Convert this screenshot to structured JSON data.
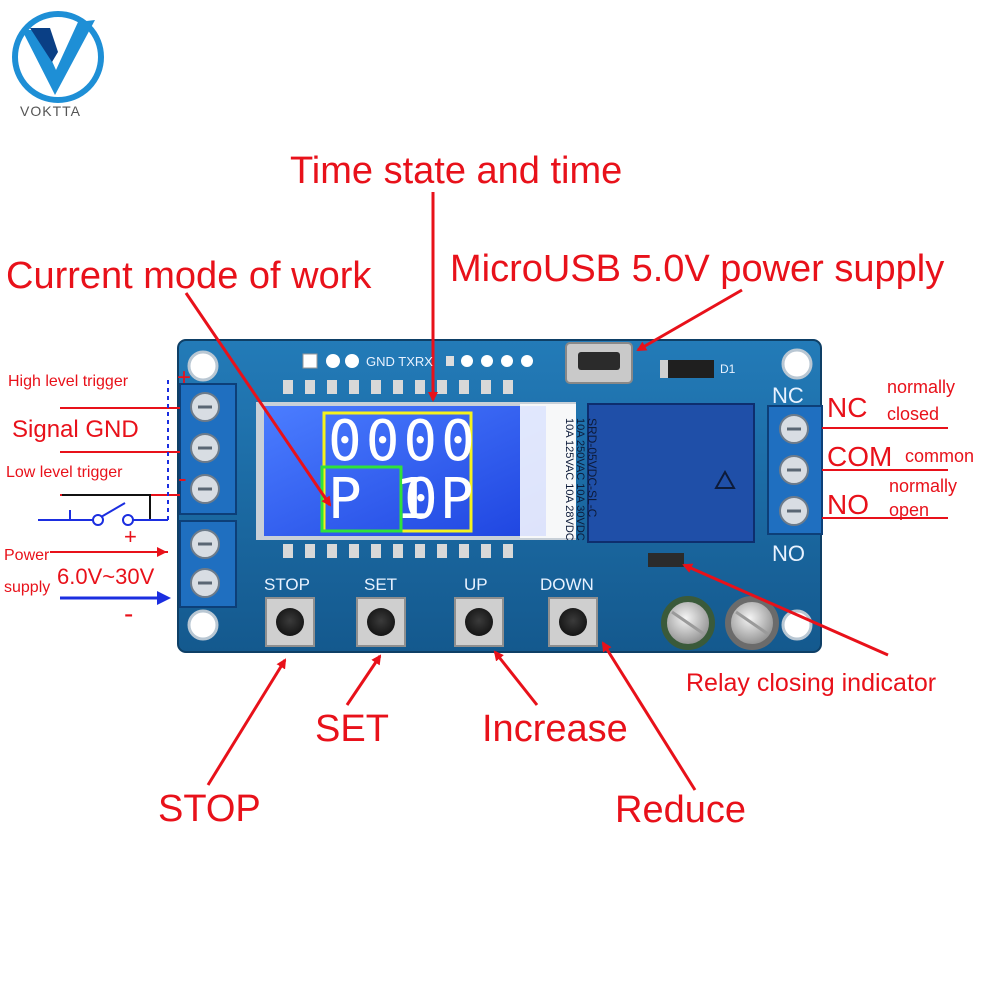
{
  "brand": {
    "name": "VOKTTA"
  },
  "labels": {
    "time_state": "Time state and time",
    "current_mode": "Current mode of work",
    "microusb": "MicroUSB 5.0V power supply",
    "high_level": "High level trigger",
    "signal_gnd": "Signal GND",
    "low_level": "Low level trigger",
    "power": "Power",
    "supply": "supply",
    "voltage": "6.0V~30V",
    "plus_top": "+",
    "minus_top": "-",
    "plus_sw": "+",
    "minus_pw": "-",
    "nc": "NC",
    "nc_desc1": "normally",
    "nc_desc2": "closed",
    "com": "COM",
    "com_desc": "common",
    "no": "NO",
    "no_desc1": "normally",
    "no_desc2": "open",
    "relay_indicator": "Relay closing indicator",
    "stop": "STOP",
    "set": "SET",
    "increase": "Increase",
    "reduce": "Reduce"
  },
  "board": {
    "header": "GND TXRX",
    "d1": "D1",
    "nc": "NC",
    "no": "NO",
    "buttons": [
      "STOP",
      "SET",
      "UP",
      "DOWN"
    ],
    "relay_lines": [
      "SRD-05VDC-SL-C",
      "10A 250VAC  10A 30VDC",
      "10A 125VAC  10A 28VDC"
    ],
    "display_top": "0000",
    "display_mode": "P 1",
    "display_unit": "0P"
  },
  "colors": {
    "annotation": "#e8111a",
    "board": "#1b6fa8",
    "lcd": "#2f62ff",
    "terminal": "#1f6fc0",
    "relay": "#1f4fa8",
    "highlight_yellow": "#f4f21e",
    "highlight_green": "#2fe23a",
    "wire_blue": "#1b2ee0"
  },
  "icons": [
    "voktta-logo-icon",
    "switch-icon",
    "arrow-icon"
  ]
}
